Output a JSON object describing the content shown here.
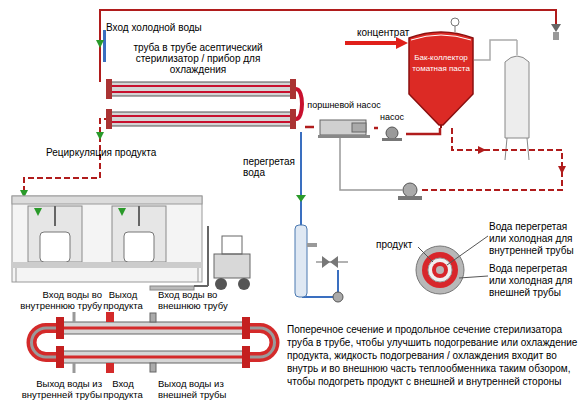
{
  "diagram": {
    "nodes": [
      {
        "text": [
          "труба в трубе асептический стерилизатор / прибор для охлаждения"
        ]
      },
      {
        "text": [
          "Бак-коллектор томатная паста"
        ]
      },
      {
        "text": [
          "поршневой насос"
        ]
      },
      {
        "text": [
          "насос"
        ]
      },
      {
        "text": [
          "перегретая вода"
        ]
      }
    ],
    "edges": [
      {
        "from": 1,
        "to": 3,
        "arrow": "none"
      },
      {
        "from": 3,
        "to": 2,
        "arrow": "none"
      },
      {
        "from": 2,
        "to": 0,
        "arrow": "none"
      },
      {
        "from": 4,
        "to": 0,
        "arrow": "none"
      }
    ],
    "labels": [
      "Вход холодной воды",
      "концентрат",
      "Рециркуляция продукта",
      "продукт",
      "Вода перегретая или холодная для внутренней трубы",
      "Вода перегретая или холодная для внешней трубы",
      "Вход воды во внутреннюю трубу",
      "Выход продукта",
      "Вход воды во внешнюю трубу",
      "Выход воды из внутренней трубы",
      "Вход продукта",
      "Выход воды из внешней трубы",
      "Поперечное сечение и продольное сечение стерилизатора труба в трубе, чтобы улучшить подогревание или охлаждение продукта, жидкость подогревания / охлаждения входит во внутрь и во внешнюю часть теплообменника таким обзором, чтобы подогреть продукт с внешней и внутренней стороны"
    ]
  }
}
